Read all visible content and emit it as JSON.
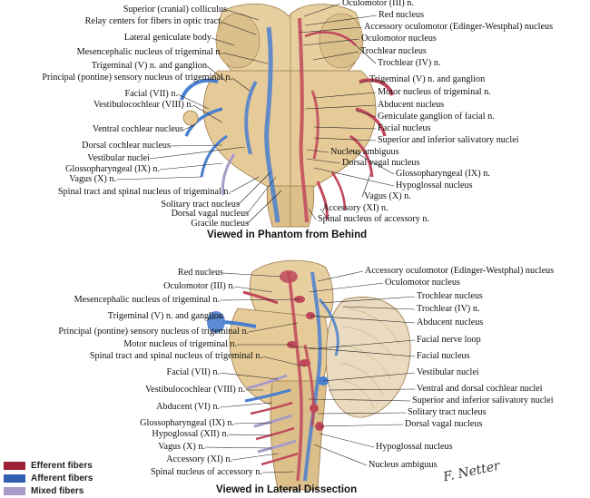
{
  "top_panel": {
    "caption": "Viewed in Phantom from Behind",
    "left_labels": [
      "Superior (cranial) colliculus",
      "Relay centers for fibers in optic tract",
      "Lateral geniculate body",
      "Mesencephalic nucleus of trigeminal n.",
      "Trigeminal (V) n. and ganglion",
      "Principal (pontine) sensory nucleus of trigeminal n.",
      "Facial (VII) n.",
      "Vestibulocochlear (VIII) n.",
      "Ventral cochlear nucleus",
      "Dorsal cochlear nucleus",
      "Vestibular nuclei",
      "Glossopharyngeal (IX) n.",
      "Vagus (X) n.",
      "Spinal tract and spinal nucleus of trigeminal n."
    ],
    "right_labels": [
      "Oculomotor (III) n.",
      "Red nucleus",
      "Accessory oculomotor (Edinger-Westphal) nucleus",
      "Oculomotor nucleus",
      "Trochlear nucleus",
      "Trochlear (IV) n.",
      "Trigeminal (V) n. and ganglion",
      "Motor nucleus of trigeminal n.",
      "Abducent nucleus",
      "Geniculate ganglion of facial n.",
      "Facial nucleus",
      "Superior and inferior salivatory nuclei",
      "Nucleus ambiguus",
      "Dorsal vagal nucleus",
      "Glossopharyngeal (IX) n.",
      "Hypoglossal nucleus",
      "Vagus (X) n.",
      "Accessory (XI) n.",
      "Spinal nucleus of accessory n."
    ],
    "bottom_labels": [
      "Solitary tract nucleus",
      "Dorsal vagal nucleus",
      "Gracile nucleus"
    ]
  },
  "bottom_panel": {
    "caption": "Viewed in Lateral Dissection",
    "left_labels": [
      "Red nucleus",
      "Oculomotor (III) n.",
      "Mesencephalic nucleus of trigeminal n.",
      "Trigeminal (V) n. and ganglion",
      "Principal (pontine) sensory nucleus of trigeminal n.",
      "Motor nucleus of trigeminal n.",
      "Spinal tract and spinal nucleus of trigeminal n.",
      "Facial (VII) n.",
      "Vestibulocochlear (VIII) n.",
      "Abducent (VI) n.",
      "Glossopharyngeal (IX) n.",
      "Hypoglossal (XII) n.",
      "Vagus (X) n.",
      "Accessory (XI) n.",
      "Spinal nucleus of accessory n."
    ],
    "right_labels": [
      "Accessory oculomotor (Edinger-Westphal) nucleus",
      "Oculomotor nucleus",
      "Trochlear nucleus",
      "Trochlear (IV) n.",
      "Abducent nucleus",
      "Facial nerve loop",
      "Facial nucleus",
      "Vestibular nuclei",
      "Ventral and dorsal cochlear nuclei",
      "Superior and inferior salivatory nuclei",
      "Solitary tract nucleus",
      "Dorsal vagal nucleus",
      "Hypoglossal nucleus",
      "Nucleus ambiguus"
    ]
  },
  "legend": [
    {
      "label": "Efferent fibers",
      "color": "#9b2235"
    },
    {
      "label": "Afferent fibers",
      "color": "#2f5fb0"
    },
    {
      "label": "Mixed fibers",
      "color": "#a89bc8"
    }
  ],
  "signature": "F. Netter",
  "colors": {
    "brainstem": "#e8cfa0",
    "efferent": "#c0485a",
    "afferent": "#4a7fd0"
  }
}
